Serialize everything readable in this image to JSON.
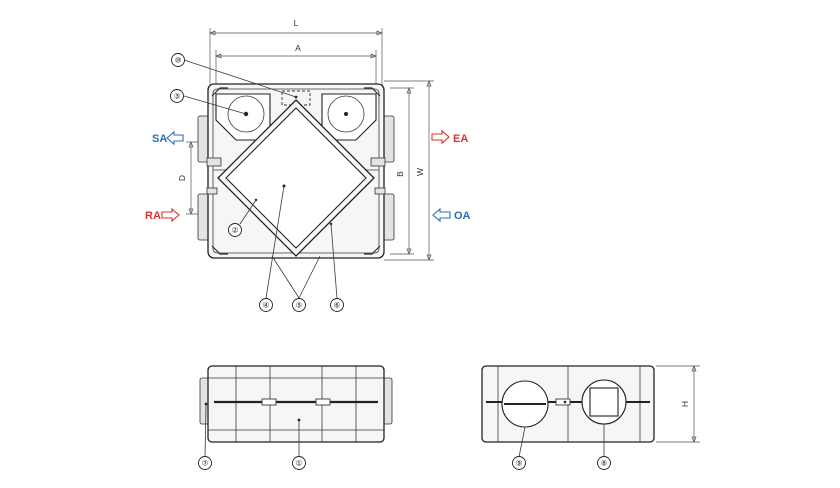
{
  "dimensions": {
    "L": "L",
    "A": "A",
    "B": "B",
    "W": "W",
    "D": "D",
    "H": "H"
  },
  "flows": {
    "sa": "SA",
    "ea": "EA",
    "ra": "RA",
    "oa": "OA"
  },
  "callouts": {
    "c1": "①",
    "c2": "②",
    "c3": "③",
    "c4": "④",
    "c5": "⑤",
    "c6": "⑥",
    "c7": "⑦",
    "c8": "⑧",
    "c9": "⑨",
    "c10": "⑩"
  },
  "colors": {
    "supply_blue": "#2a6fb5",
    "exhaust_red": "#d7342f"
  }
}
